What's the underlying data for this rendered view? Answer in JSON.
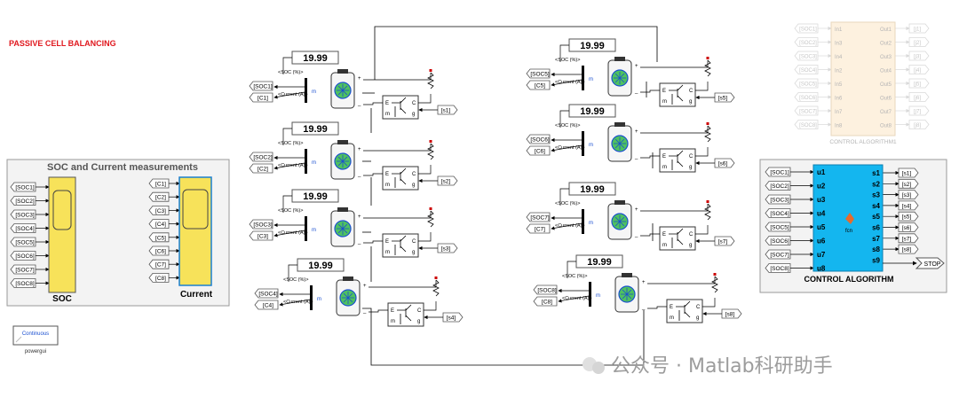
{
  "title": "PASSIVE CELL BALANCING",
  "colors": {
    "title": "#e0191f",
    "scope_fill": "#f7e25a",
    "ctrl_fill": "#14b6ef",
    "faded_fill": "#fde6c6"
  },
  "measure_panel": {
    "title": "SOC and Current measurements",
    "soc_label": "SOC",
    "current_label": "Current",
    "soc_tags": [
      "[SOC1]",
      "[SOC2]",
      "[SOC3]",
      "[SOC4]",
      "[SOC5]",
      "[SOC6]",
      "[SOC7]",
      "[SOC8]"
    ],
    "current_tags": [
      "[C1]",
      "[C2]",
      "[C3]",
      "[C4]",
      "[C5]",
      "[C6]",
      "[C7]",
      "[C8]"
    ]
  },
  "powergui": {
    "mode": "Continuous",
    "label": "powergui"
  },
  "cells": [
    {
      "display": "19.99",
      "soc_tag": "[SOC1]",
      "cur_tag": "[C1]",
      "sw_tag": "[s1]"
    },
    {
      "display": "19.99",
      "soc_tag": "[SOC2]",
      "cur_tag": "[C2]",
      "sw_tag": "[s2]"
    },
    {
      "display": "19.99",
      "soc_tag": "[SOC3]",
      "cur_tag": "[C3]",
      "sw_tag": "[s3]"
    },
    {
      "display": "19.99",
      "soc_tag": "[SOC4]",
      "cur_tag": "[C4]",
      "sw_tag": "[s4]"
    },
    {
      "display": "19.99",
      "soc_tag": "[SOC5]",
      "cur_tag": "[C5]",
      "sw_tag": "[s5]"
    },
    {
      "display": "19.99",
      "soc_tag": "[SOC6]",
      "cur_tag": "[C6]",
      "sw_tag": "[s6]"
    },
    {
      "display": "19.99",
      "soc_tag": "[SOC7]",
      "cur_tag": "[C7]",
      "sw_tag": "[s7]"
    },
    {
      "display": "19.99",
      "soc_tag": "[SOC8]",
      "cur_tag": "[C8]",
      "sw_tag": "[s8]"
    }
  ],
  "battery_ports": {
    "soc": "<SOC (%)>",
    "current": "<Current (A)>",
    "m": "m",
    "plus": "+",
    "minus": "_"
  },
  "switch_ports": {
    "e": "E",
    "c": "C",
    "m": "m",
    "g": "g"
  },
  "control_faded": {
    "label": "CONTROL ALGORITHM1",
    "in_tags": [
      "[SOC1]",
      "[SOC2]",
      "[SOC3]",
      "[SOC4]",
      "[SOC5]",
      "[SOC6]",
      "[SOC7]",
      "[SOC8]"
    ],
    "in_ports": [
      "In1",
      "In3",
      "In4",
      "In2",
      "In5",
      "In6",
      "In7",
      "In8"
    ],
    "out_ports": [
      "Out1",
      "Out2",
      "Out3",
      "Out4",
      "Out5",
      "Out6",
      "Out7",
      "Out8"
    ],
    "out_tags": [
      "[j1]",
      "[j2]",
      "[j3]",
      "[j4]",
      "[j5]",
      "[j6]",
      "[j7]",
      "[j8]"
    ]
  },
  "control": {
    "label": "CONTROL ALGORITHM",
    "fcn": "fcn",
    "in_tags": [
      "[SOC1]",
      "[SOC2]",
      "[SOC3]",
      "[SOC4]",
      "[SOC5]",
      "[SOC6]",
      "[SOC7]",
      "[SOC8]"
    ],
    "in_ports": [
      "u1",
      "u2",
      "u3",
      "u4",
      "u5",
      "u6",
      "u7",
      "u8"
    ],
    "out_ports": [
      "s1",
      "s2",
      "s3",
      "s4",
      "s5",
      "s6",
      "s7",
      "s8",
      "s9"
    ],
    "out_tags": [
      "[s1]",
      "[s2]",
      "[s3]",
      "[s4]",
      "[s5]",
      "[s6]",
      "[s7]",
      "[s8]"
    ],
    "stop": "STOP"
  },
  "watermark": "公众号 · Matlab科研助手"
}
